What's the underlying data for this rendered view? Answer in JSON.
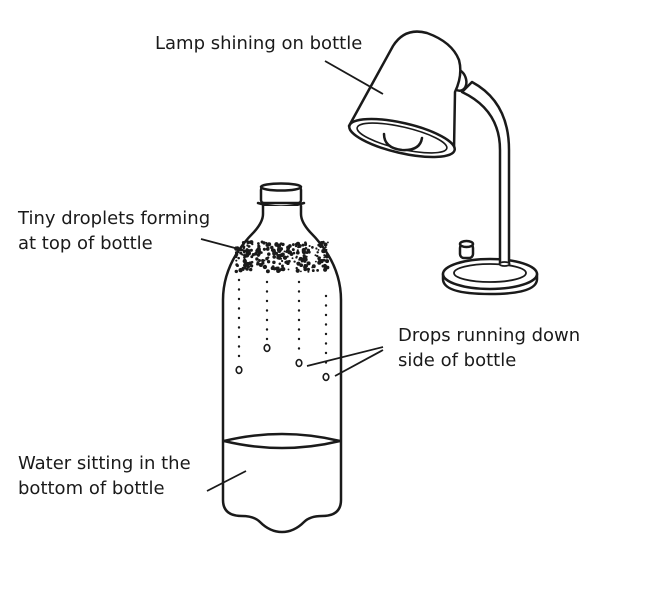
{
  "diagram": {
    "labels": {
      "lamp": [
        "Lamp shining on bottle"
      ],
      "droplets": [
        "Tiny droplets forming",
        "at top of bottle"
      ],
      "drops": [
        "Drops running down",
        "side of bottle"
      ],
      "water": [
        "Water sitting in the",
        "bottom of bottle"
      ]
    },
    "colors": {
      "stroke": "#1a1a1a",
      "fill": "#ffffff"
    }
  }
}
